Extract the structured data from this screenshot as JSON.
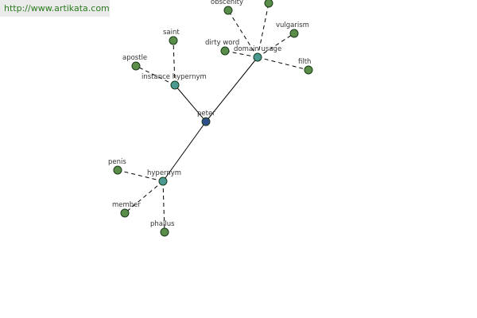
{
  "source_link": {
    "label": "http://www.artikata.com"
  },
  "graph": {
    "center": {
      "label": "peter"
    },
    "hubs": {
      "instance_hypernym": {
        "label": "instance hypernym"
      },
      "domain_usage": {
        "label": "domain usage"
      },
      "hypernym": {
        "label": "hypernym"
      }
    },
    "leaves": {
      "saint": {
        "label": "saint"
      },
      "apostle": {
        "label": "apostle"
      },
      "obscenity": {
        "label": "obscenity"
      },
      "dirty_word": {
        "label": "dirty word"
      },
      "vulgarism": {
        "label": "vulgarism"
      },
      "filth": {
        "label": "filth"
      },
      "unlabeled_top": {
        "label": ""
      },
      "penis": {
        "label": "penis"
      },
      "member": {
        "label": "member"
      },
      "phallus": {
        "label": "phallus"
      }
    }
  },
  "colors": {
    "center_node": "#2f4f8a",
    "hub_node": "#4a9a92",
    "leaf_node": "#5a8c4a",
    "link_text": "#2a7a1e"
  }
}
